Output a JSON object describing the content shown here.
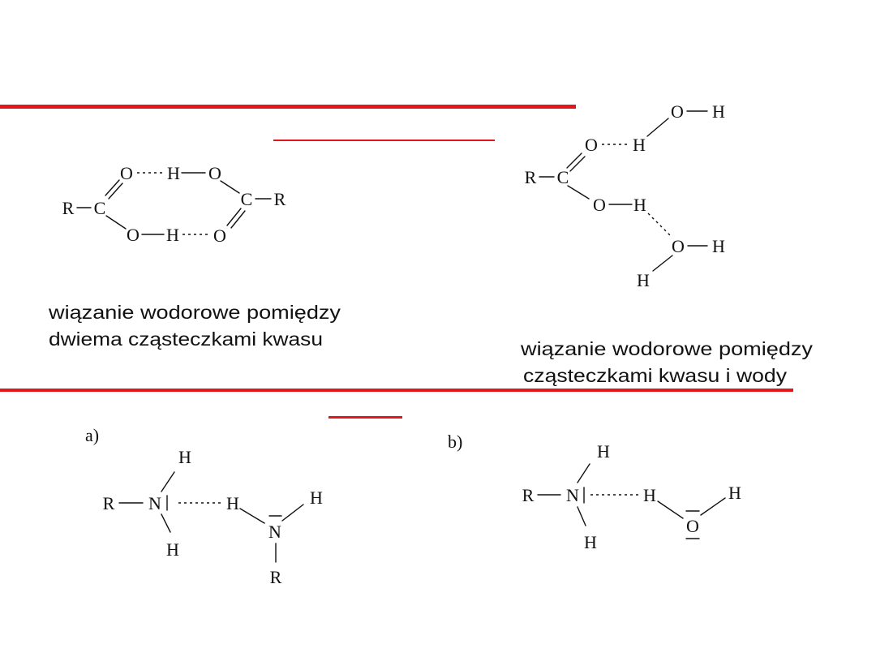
{
  "colors": {
    "accent": "#e3161b",
    "ink": "#111111",
    "background": "#ffffff"
  },
  "acid_dimer": {
    "atoms": [
      "R",
      "C",
      "O",
      "H",
      "O",
      "C",
      "R",
      "O",
      "O",
      "H"
    ],
    "caption": [
      "wiązanie wodorowe pomiędzy",
      "dwiema cząsteczkami kwasu"
    ]
  },
  "acid_water": {
    "atoms": [
      "R",
      "C",
      "O",
      "H",
      "O",
      "H",
      "O",
      "H",
      "O",
      "H",
      "H"
    ],
    "caption": [
      "wiązanie wodorowe pomiędzy",
      "cząsteczkami kwasu i wody"
    ]
  },
  "amine_amine": {
    "label": "a)",
    "atoms": [
      "R",
      "N",
      "H",
      "H",
      "H",
      "N",
      "H",
      "R"
    ]
  },
  "amine_water": {
    "label": "b)",
    "atoms": [
      "R",
      "N",
      "H",
      "H",
      "H",
      "O",
      "H"
    ]
  }
}
